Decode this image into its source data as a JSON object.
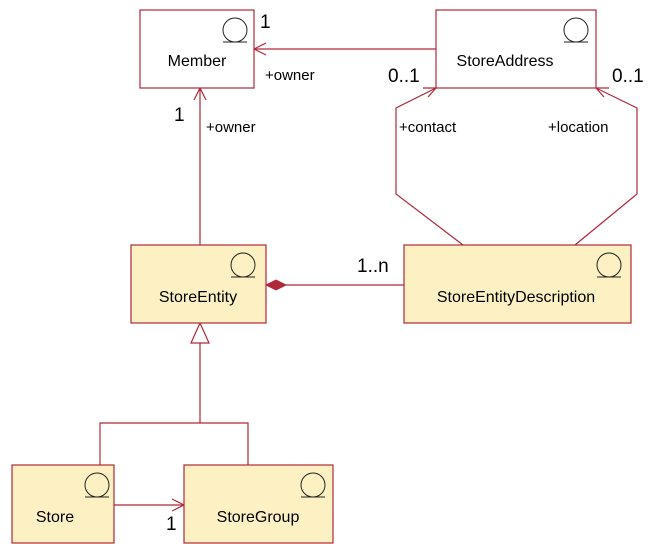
{
  "classes": {
    "member": "Member",
    "store_address": "StoreAddress",
    "store_entity": "StoreEntity",
    "store_entity_description": "StoreEntityDescription",
    "store": "Store",
    "store_group": "StoreGroup"
  },
  "roles": {
    "owner_top": "+owner",
    "owner_left": "+owner",
    "contact": "+contact",
    "location": "+location"
  },
  "multiplicities": {
    "member_top": "1",
    "member_bottom": "1",
    "address_left": "0..1",
    "address_right": "0..1",
    "description": "1..n",
    "store_group": "1"
  },
  "colors": {
    "line": "#b0283a",
    "plain_fill": "#ffffff",
    "entity_fill": "#fdf1c4"
  }
}
